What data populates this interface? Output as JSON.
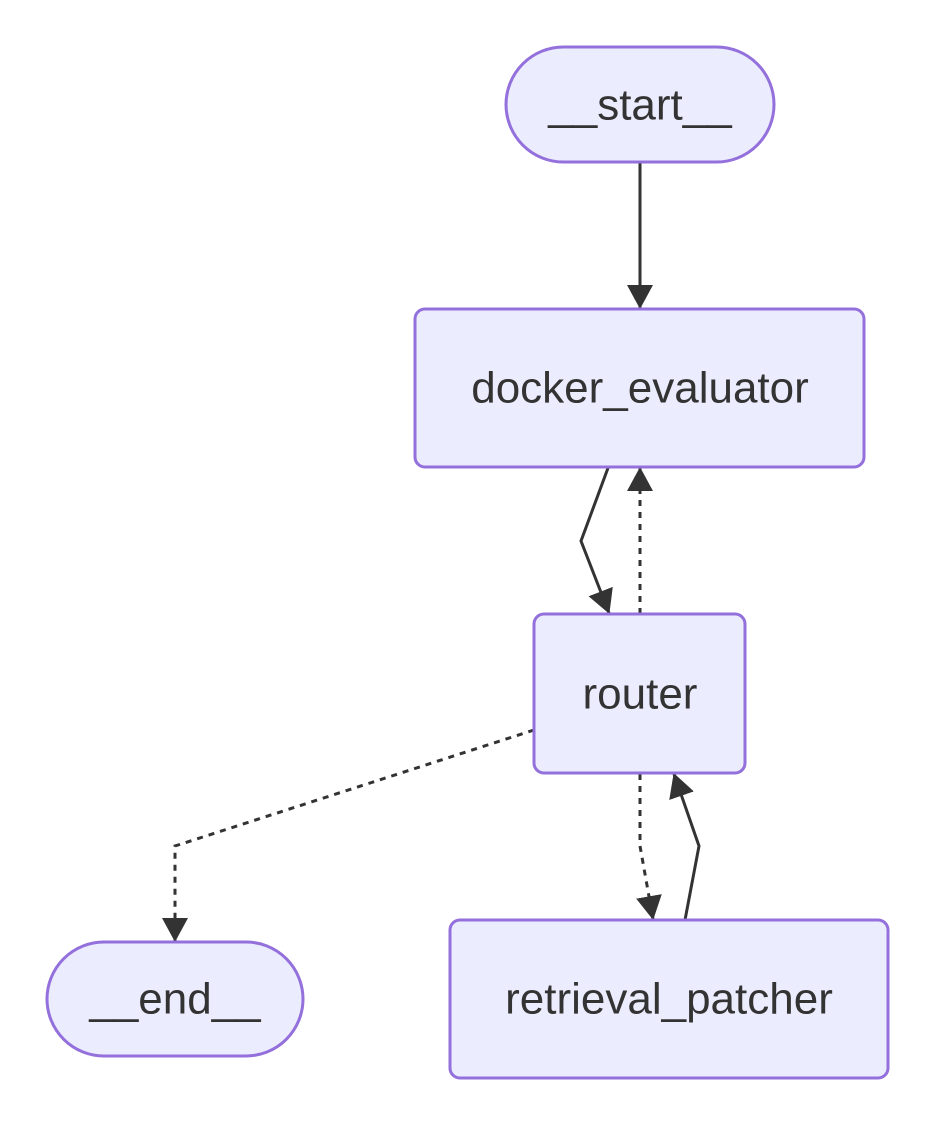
{
  "diagram": {
    "type": "flowchart",
    "nodes": {
      "start": {
        "label": "__start__",
        "shape": "stadium"
      },
      "docker_evaluator": {
        "label": "docker_evaluator",
        "shape": "rect"
      },
      "router": {
        "label": "router",
        "shape": "rect"
      },
      "end": {
        "label": "__end__",
        "shape": "stadium"
      },
      "retrieval_patcher": {
        "label": "retrieval_patcher",
        "shape": "rect"
      }
    },
    "edges": [
      {
        "from": "start",
        "to": "docker_evaluator",
        "style": "solid"
      },
      {
        "from": "docker_evaluator",
        "to": "router",
        "style": "solid"
      },
      {
        "from": "router",
        "to": "docker_evaluator",
        "style": "dotted"
      },
      {
        "from": "router",
        "to": "end",
        "style": "dotted"
      },
      {
        "from": "router",
        "to": "retrieval_patcher",
        "style": "dotted"
      },
      {
        "from": "retrieval_patcher",
        "to": "router",
        "style": "solid"
      }
    ],
    "colors": {
      "node_fill": "#ECECFF",
      "node_stroke": "#9370DB",
      "text": "#333333",
      "edge": "#333333"
    }
  }
}
